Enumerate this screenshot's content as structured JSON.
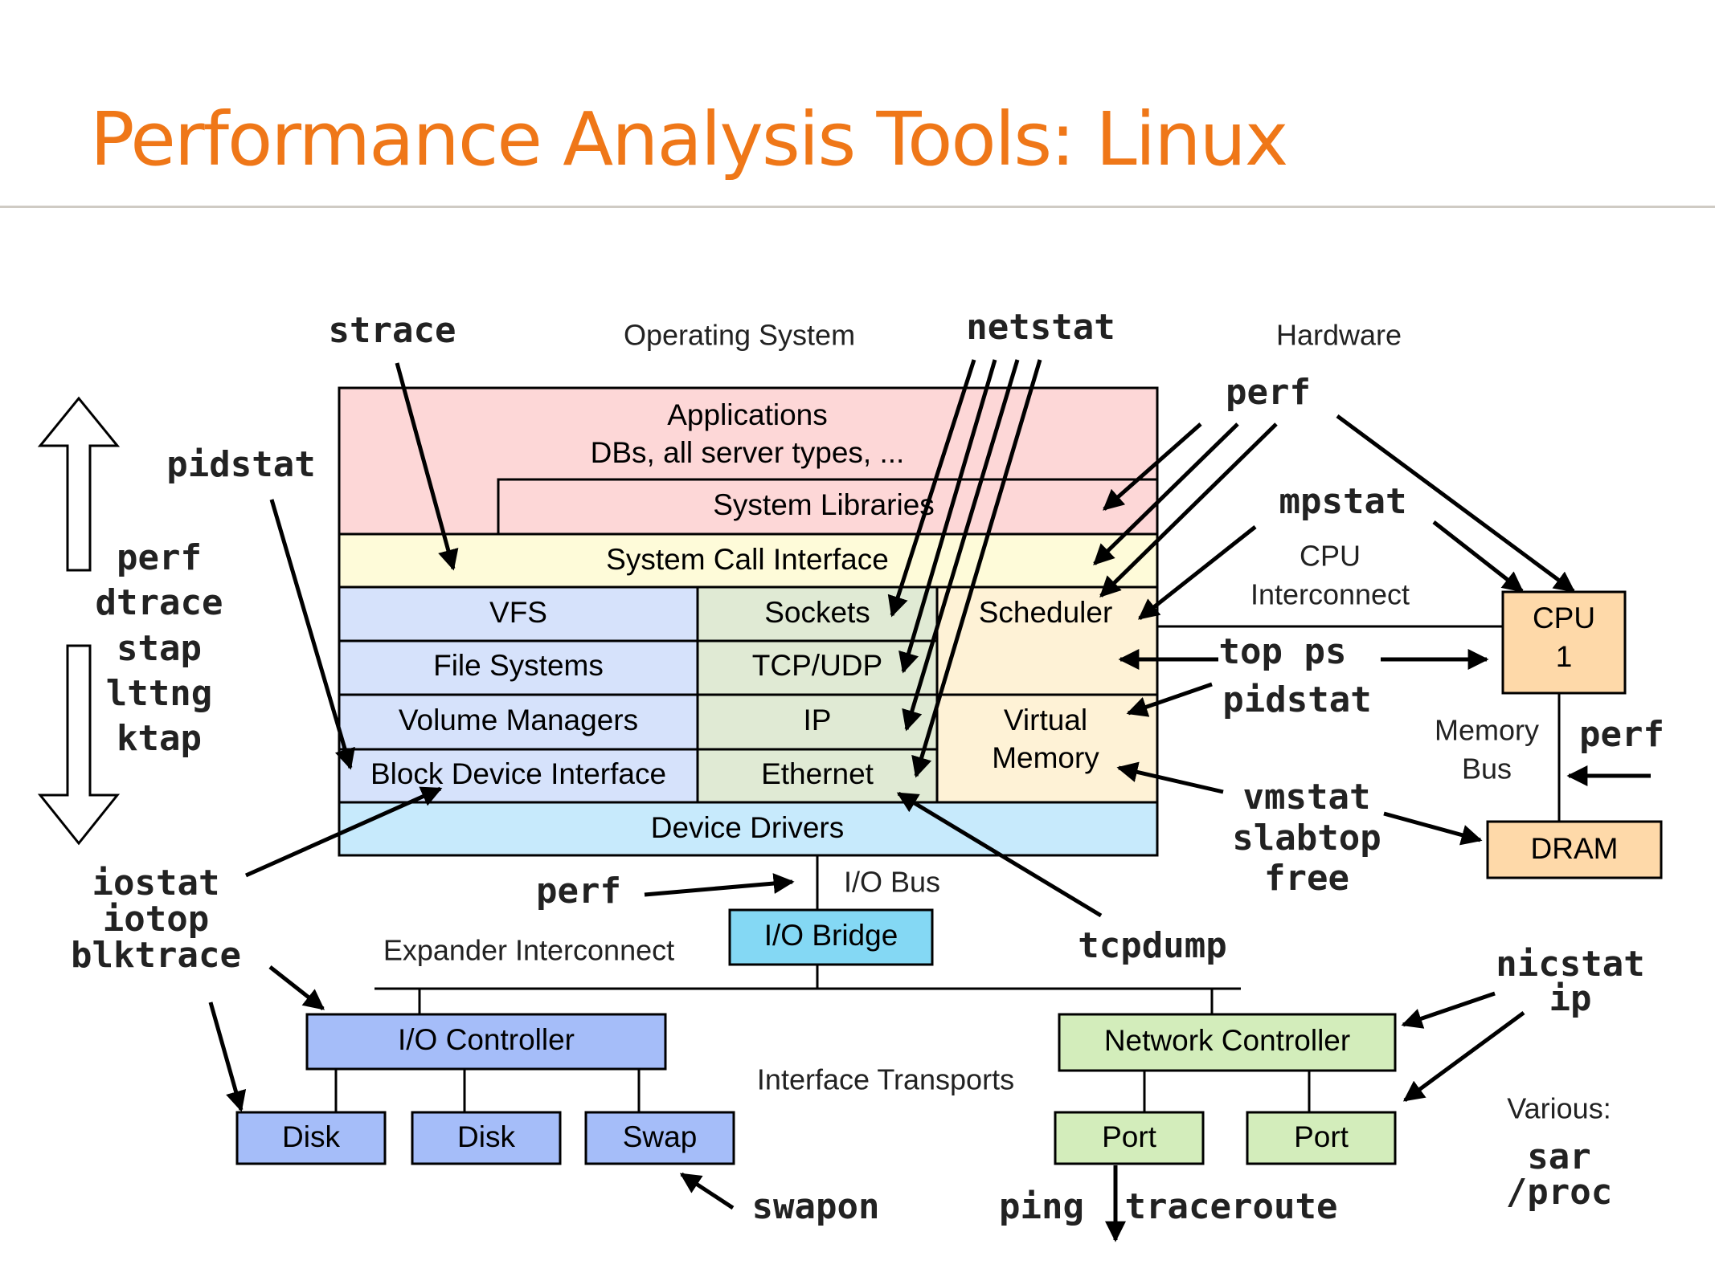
{
  "title": "Performance Analysis Tools: Linux",
  "colors": {
    "title": "#ef7718",
    "applications": "#fdd7d7",
    "syscall": "#fefbd9",
    "vfs_stack": "#d6e2fb",
    "network_stack": "#e0ead4",
    "scheduler": "#fef2d6",
    "device_drivers": "#c7eafc",
    "io_bridge": "#84d8f4",
    "io_controller": "#a5bdf9",
    "network_hw": "#d3edbb",
    "cpu_dram": "#fed9a9"
  },
  "section_labels": {
    "operating_system": "Operating System",
    "hardware": "Hardware"
  },
  "os_boxes": {
    "applications_line1": "Applications",
    "applications_line2": "DBs, all server types, ...",
    "system_libraries": "System Libraries",
    "system_call_interface": "System Call Interface",
    "vfs": "VFS",
    "file_systems": "File Systems",
    "volume_managers": "Volume Managers",
    "block_device_interface": "Block Device Interface",
    "sockets": "Sockets",
    "tcp_udp": "TCP/UDP",
    "ip": "IP",
    "ethernet": "Ethernet",
    "scheduler": "Scheduler",
    "virtual_memory_line1": "Virtual",
    "virtual_memory_line2": "Memory",
    "device_drivers": "Device Drivers"
  },
  "hardware_boxes": {
    "cpu_line1": "CPU",
    "cpu_line2": "1",
    "dram": "DRAM",
    "io_bridge": "I/O Bridge",
    "io_controller": "I/O Controller",
    "network_controller": "Network Controller",
    "disk_1": "Disk",
    "disk_2": "Disk",
    "swap": "Swap",
    "port_1": "Port",
    "port_2": "Port"
  },
  "bus_labels": {
    "cpu_interconnect_line1": "CPU",
    "cpu_interconnect_line2": "Interconnect",
    "memory_bus_line1": "Memory",
    "memory_bus_line2": "Bus",
    "io_bus": "I/O Bus",
    "expander_interconnect": "Expander Interconnect",
    "interface_transports": "Interface Transports",
    "various": "Various:"
  },
  "tools": {
    "strace": "strace",
    "netstat": "netstat",
    "pidstat_left": "pidstat",
    "perf_top": "perf",
    "mpstat": "mpstat",
    "tracers": [
      "perf",
      "dtrace",
      "stap",
      "lttng",
      "ktap"
    ],
    "top_ps": "top ps",
    "pidstat_right": "pidstat",
    "perf_membus": "perf",
    "vmstat_group": [
      "vmstat",
      "slabtop",
      "free"
    ],
    "perf_iobus": "perf",
    "iostat_group": [
      "iostat",
      "iotop",
      "blktrace"
    ],
    "tcpdump": "tcpdump",
    "nicstat_group": [
      "nicstat",
      "ip"
    ],
    "swapon": "swapon",
    "ping": "ping",
    "traceroute": "traceroute",
    "various_group": [
      "sar",
      "/proc"
    ]
  }
}
